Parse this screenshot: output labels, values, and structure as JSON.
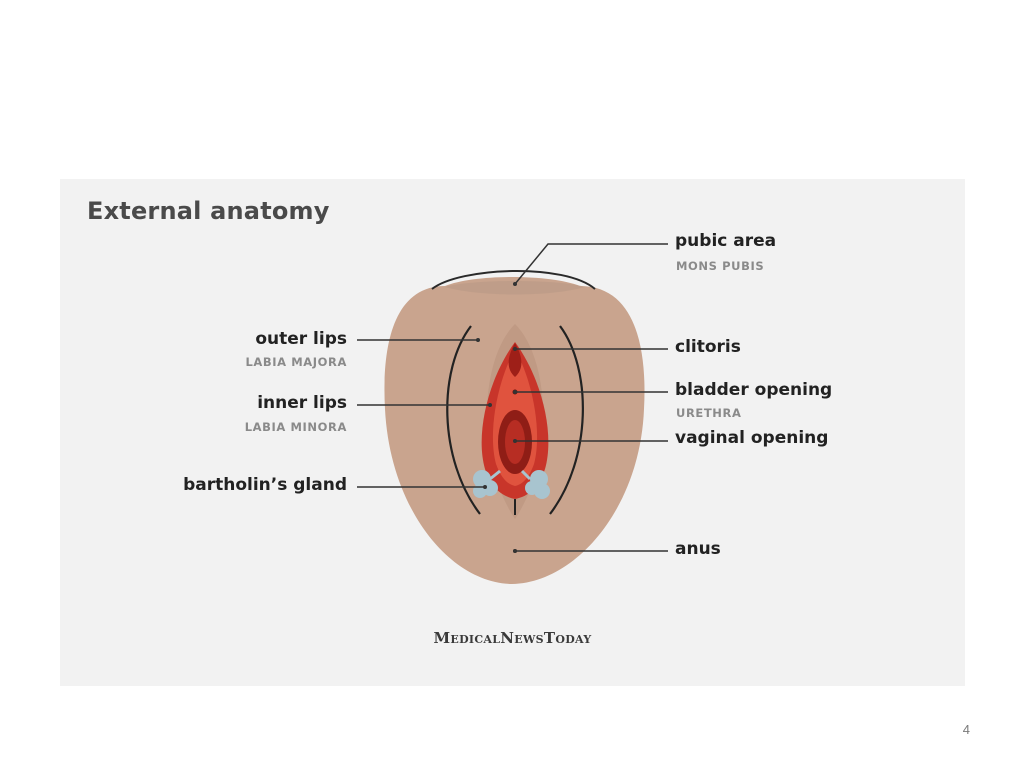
{
  "slide": {
    "title": "External anatomy",
    "brand": "MedicalNewsToday",
    "page_number": "4"
  },
  "labels": {
    "pubic_area": {
      "name": "pubic area",
      "sub": "MONS PUBIS"
    },
    "clitoris": {
      "name": "clitoris"
    },
    "bladder_opening": {
      "name": "bladder opening",
      "sub": "URETHRA"
    },
    "vaginal_opening": {
      "name": "vaginal opening"
    },
    "anus": {
      "name": "anus"
    },
    "outer_lips": {
      "name": "outer lips",
      "sub": "LABIA MAJORA"
    },
    "inner_lips": {
      "name": "inner lips",
      "sub": "LABIA MINORA"
    },
    "bartholins_gland": {
      "name": "bartholin’s gland"
    }
  },
  "colors": {
    "panel_bg": "#f2f2f2",
    "skin": "#c9a48e",
    "skin_shadow": "#b8927c",
    "inner_red": "#c8352a",
    "deep_red": "#8f1d16",
    "gland_blue": "#a8c4cf",
    "leader_line": "#333333"
  }
}
